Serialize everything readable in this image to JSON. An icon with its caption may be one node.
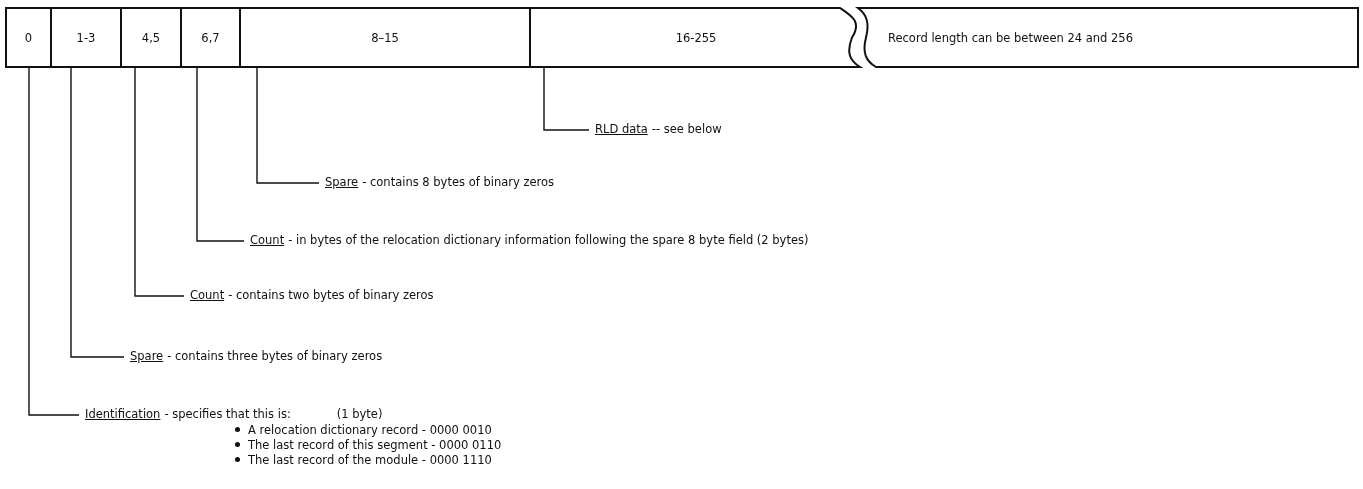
{
  "diagram": {
    "nodes": [
      {
        "text": [
          "0"
        ]
      },
      {
        "text": [
          "1-3"
        ]
      },
      {
        "text": [
          "4,5"
        ]
      },
      {
        "text": [
          "6,7"
        ]
      },
      {
        "text": [
          "8–15"
        ]
      },
      {
        "text": [
          "16-255"
        ]
      },
      {
        "text": [
          "Record length can be between 24 and 256"
        ]
      },
      {
        "text": [
          "RLD data",
          "-- see below"
        ]
      },
      {
        "text": [
          "Spare",
          "- contains 8 bytes of binary zeros"
        ]
      },
      {
        "text": [
          "Count",
          "- in bytes of the relocation dictionary information following the spare 8 byte field (2 bytes)"
        ]
      },
      {
        "text": [
          "Count",
          "- contains two bytes of binary zeros"
        ]
      },
      {
        "text": [
          "Spare",
          "- contains three bytes of binary zeros"
        ]
      },
      {
        "text": [
          "Identification",
          "- specifies that this is:",
          "(1 byte)",
          "A relocation dictionary record - 0000 0010",
          "The last record of this segment - 0000 0110",
          "The last record of the module - 0000 1110"
        ]
      }
    ],
    "edges": [
      {
        "from": 7,
        "to": 5,
        "arrow": "none"
      },
      {
        "from": 8,
        "to": 4,
        "arrow": "none"
      },
      {
        "from": 9,
        "to": 3,
        "arrow": "none"
      },
      {
        "from": 10,
        "to": 2,
        "arrow": "none"
      },
      {
        "from": 11,
        "to": 1,
        "arrow": "none"
      },
      {
        "from": 12,
        "to": 0,
        "arrow": "none"
      }
    ]
  }
}
